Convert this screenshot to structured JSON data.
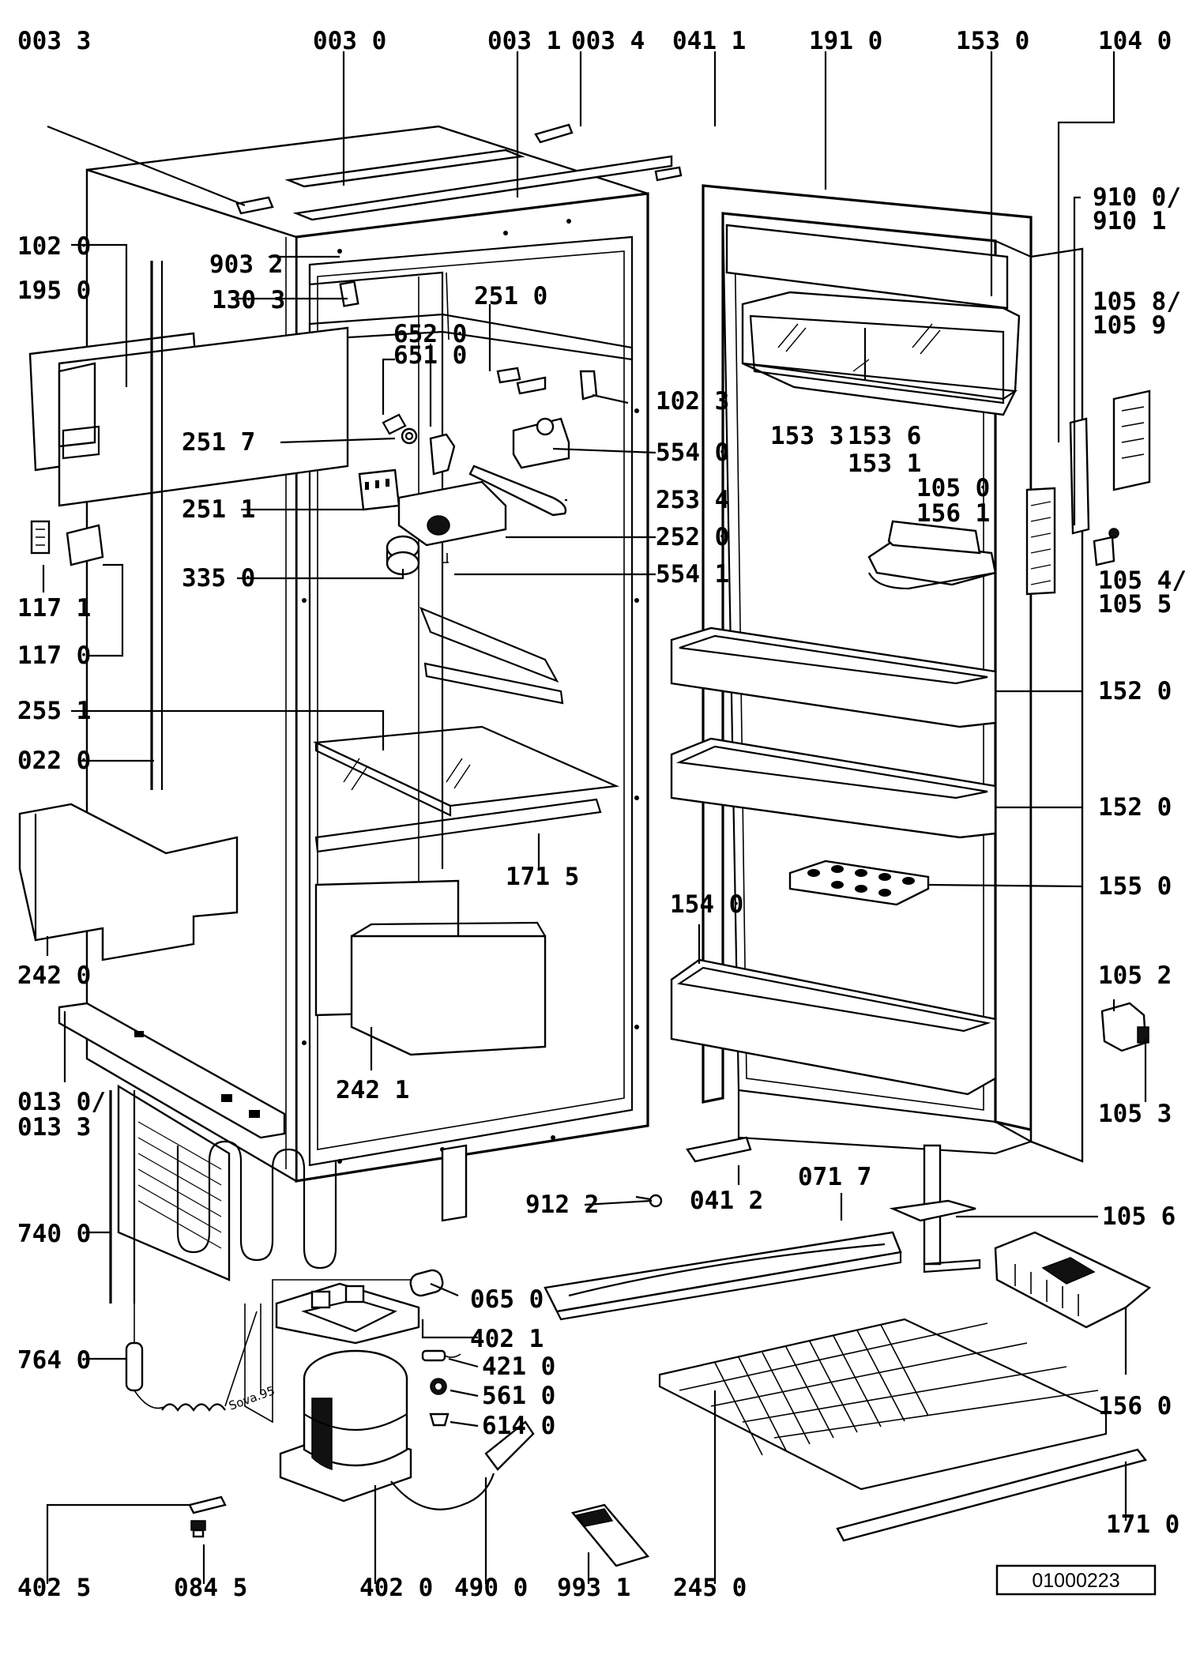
{
  "drawing_number": "01000223",
  "handwritten_note": "Sova.95",
  "labels": [
    {
      "id": "l0033a",
      "text": "003 3"
    },
    {
      "id": "l0030",
      "text": "003 0"
    },
    {
      "id": "l0031",
      "text": "003 1"
    },
    {
      "id": "l0034",
      "text": "003 4"
    },
    {
      "id": "l0411",
      "text": "041 1"
    },
    {
      "id": "l1910",
      "text": "191 0"
    },
    {
      "id": "l1530",
      "text": "153 0"
    },
    {
      "id": "l1040",
      "text": "104 0"
    },
    {
      "id": "l9100",
      "text": "910 0/"
    },
    {
      "id": "l9101",
      "text": "910 1"
    },
    {
      "id": "l1020",
      "text": "102 0"
    },
    {
      "id": "l9032",
      "text": "903 2"
    },
    {
      "id": "l1950",
      "text": "195 0"
    },
    {
      "id": "l1303",
      "text": "130 3"
    },
    {
      "id": "l2510",
      "text": "251 0"
    },
    {
      "id": "l1058",
      "text": "105 8/"
    },
    {
      "id": "l1059",
      "text": "105 9"
    },
    {
      "id": "l6520",
      "text": "652 0"
    },
    {
      "id": "l6510",
      "text": "651 0"
    },
    {
      "id": "l1023",
      "text": "102 3"
    },
    {
      "id": "l1533",
      "text": "153 3"
    },
    {
      "id": "l1536",
      "text": "153 6"
    },
    {
      "id": "l1531",
      "text": "153 1"
    },
    {
      "id": "l2517",
      "text": "251 7"
    },
    {
      "id": "l5540",
      "text": "554 0"
    },
    {
      "id": "l1050",
      "text": "105 0"
    },
    {
      "id": "l1561",
      "text": "156 1"
    },
    {
      "id": "l2511",
      "text": "251 1"
    },
    {
      "id": "l2534",
      "text": "253 4"
    },
    {
      "id": "l2520",
      "text": "252 0"
    },
    {
      "id": "l1054",
      "text": "105 4/"
    },
    {
      "id": "l1055",
      "text": "105 5"
    },
    {
      "id": "l3350",
      "text": "335 0"
    },
    {
      "id": "l5541",
      "text": "554 1"
    },
    {
      "id": "l1171",
      "text": "117 1"
    },
    {
      "id": "l1170",
      "text": "117 0"
    },
    {
      "id": "l1520a",
      "text": "152 0"
    },
    {
      "id": "l2551",
      "text": "255 1"
    },
    {
      "id": "l0220",
      "text": "022 0"
    },
    {
      "id": "l1520b",
      "text": "152 0"
    },
    {
      "id": "l1715",
      "text": "171 5"
    },
    {
      "id": "l1550",
      "text": "155 0"
    },
    {
      "id": "l1540",
      "text": "154 0"
    },
    {
      "id": "l2420",
      "text": "242 0"
    },
    {
      "id": "l1052",
      "text": "105 2"
    },
    {
      "id": "l2421",
      "text": "242 1"
    },
    {
      "id": "l0130",
      "text": "013 0/"
    },
    {
      "id": "l0133",
      "text": "013 3"
    },
    {
      "id": "l1053",
      "text": "105 3"
    },
    {
      "id": "l0717",
      "text": "071 7"
    },
    {
      "id": "l9122",
      "text": "912 2"
    },
    {
      "id": "l0412",
      "text": "041 2"
    },
    {
      "id": "l1056",
      "text": "105 6"
    },
    {
      "id": "l7400",
      "text": "740 0"
    },
    {
      "id": "l0650",
      "text": "065 0"
    },
    {
      "id": "l4021",
      "text": "402 1"
    },
    {
      "id": "l7640",
      "text": "764 0"
    },
    {
      "id": "l4210",
      "text": "421 0"
    },
    {
      "id": "l5610",
      "text": "561 0"
    },
    {
      "id": "l6140",
      "text": "614 0"
    },
    {
      "id": "l1560",
      "text": "156 0"
    },
    {
      "id": "l1710",
      "text": "171 0"
    },
    {
      "id": "l4025",
      "text": "402 5"
    },
    {
      "id": "l0845",
      "text": "084 5"
    },
    {
      "id": "l4020",
      "text": "402 0"
    },
    {
      "id": "l4900",
      "text": "490 0"
    },
    {
      "id": "l9931",
      "text": "993 1"
    },
    {
      "id": "l2450",
      "text": "245 0"
    }
  ]
}
